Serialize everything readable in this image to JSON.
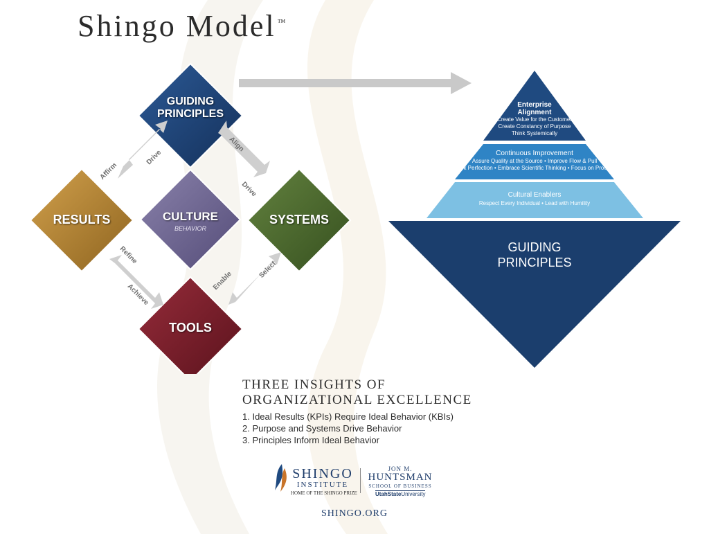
{
  "title": {
    "text": "Shingo Model",
    "trademark": "™"
  },
  "model": {
    "guiding_principles": "GUIDING PRINCIPLES",
    "culture": "CULTURE",
    "behavior": "BEHAVIOR",
    "results": "RESULTS",
    "systems": "SYSTEMS",
    "tools": "TOOLS",
    "arrows": {
      "affirm": "Affirm",
      "drive_left": "Drive",
      "align": "Align",
      "drive_right": "Drive",
      "refine": "Refine",
      "achieve": "Achieve",
      "enable": "Enable",
      "select": "Select"
    },
    "colors": {
      "guiding_principles": "#1d3f73",
      "culture": "#6e6591",
      "results": "#b58532",
      "systems": "#4a6530",
      "tools": "#781e2a"
    }
  },
  "pyramid": {
    "enterprise": {
      "title": "Enterprise Alignment",
      "lines": [
        "Create Value for the Customer",
        "Create Constancy of Purpose",
        "Think Systemically"
      ]
    },
    "continuous": {
      "title": "Continuous Improvement",
      "lines": [
        "Assure Quality at the Source • Improve Flow & Pull",
        "Seek Perfection • Embrace Scientific Thinking • Focus on Process"
      ]
    },
    "cultural": {
      "title": "Cultural Enablers",
      "lines": [
        "Respect Every Individual • Lead with Humility"
      ]
    },
    "guiding": "GUIDING PRINCIPLES",
    "colors": {
      "top": "#1f4a80",
      "middle": "#2f84c5",
      "lower": "#7dc0e3",
      "bottom": "#1b3e6d"
    }
  },
  "insights": {
    "heading_line1": "Three Insights of",
    "heading_line2": "Organizational Excellence",
    "items": [
      "1. Ideal Results (KPIs) Require Ideal Behavior (KBIs)",
      "2. Purpose and Systems Drive Behavior",
      "3. Principles Inform Ideal Behavior"
    ]
  },
  "logos": {
    "shingo": "SHINGO",
    "institute": "INSTITUTE",
    "home": "HOME OF THE SHINGO PRIZE",
    "jon": "Jon M.",
    "huntsman": "HUNTSMAN",
    "school": "SCHOOL OF BUSINESS",
    "utah_bold": "UtahState",
    "utah_rest": "University"
  },
  "url": "SHINGO.ORG"
}
